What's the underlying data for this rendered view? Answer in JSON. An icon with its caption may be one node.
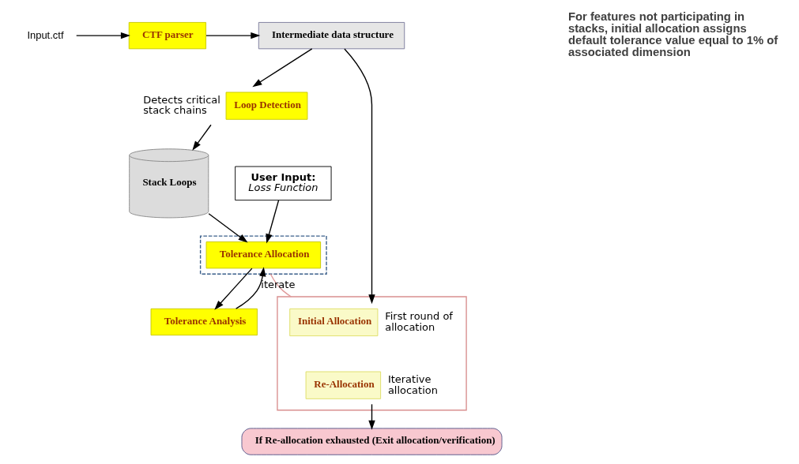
{
  "diagram": {
    "nodes": [
      {
        "text": [
          "Input.ctf"
        ]
      },
      {
        "text": [
          "CTF parser"
        ]
      },
      {
        "text": [
          "Intermediate data structure"
        ]
      },
      {
        "text": [
          "Loop Detection"
        ],
        "beside": [
          "Detects critical stack chains"
        ]
      },
      {
        "text": [
          "Stack Loops"
        ]
      },
      {
        "text": [
          "User Input:",
          "Loss Function"
        ]
      },
      {
        "text": [],
        "shape": "box"
      },
      {
        "text": [
          "Tolerance Allocation"
        ],
        "in": 6
      },
      {
        "text": [
          "Tolerance Analysis"
        ]
      },
      {
        "text": [],
        "shape": "box"
      },
      {
        "text": [
          "Initial Allocation"
        ],
        "in": 9,
        "beside": [
          "First round of allocation"
        ]
      },
      {
        "text": [
          "Re-Allocation"
        ],
        "in": 9,
        "beside": [
          "Iterative allocation"
        ]
      },
      {
        "text": [
          "If Re-allocation exhausted (Exit allocation/verification)"
        ]
      }
    ],
    "edges": [
      {
        "from": 0,
        "to": 1,
        "arrow": "to"
      },
      {
        "from": 1,
        "to": 2,
        "arrow": "to"
      },
      {
        "from": 2,
        "to": 3,
        "arrow": "to"
      },
      {
        "from": 3,
        "to": 4,
        "arrow": "to"
      },
      {
        "from": 4,
        "to": 7,
        "arrow": "to"
      },
      {
        "from": 5,
        "to": 7,
        "arrow": "to"
      },
      {
        "from": 7,
        "to": 8,
        "arrow": "to"
      },
      {
        "from": 8,
        "to": 7,
        "arrow": "to",
        "label": "iterate"
      },
      {
        "from": 2,
        "to": 10,
        "arrow": "to"
      },
      {
        "from": 11,
        "to": 12,
        "arrow": "to"
      },
      {
        "from": 6,
        "to": 9,
        "arrow": "none",
        "color": "#e09a9a"
      }
    ],
    "labels": [
      "For features not participating in stacks, initial allocation assigns default tolerance value equal to 1% of associated dimension"
    ]
  }
}
